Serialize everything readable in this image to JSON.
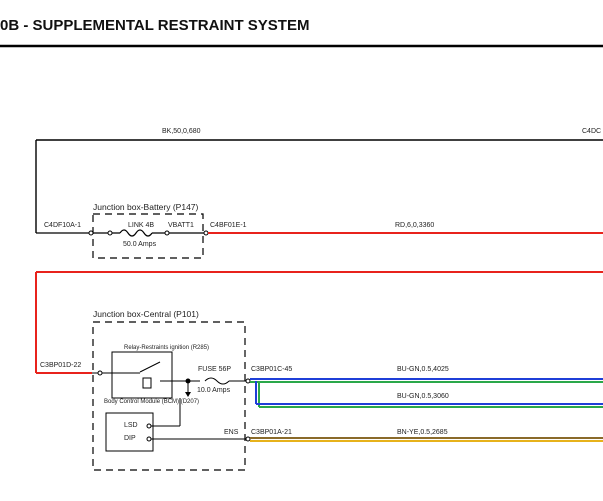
{
  "header": {
    "title": "0B - SUPPLEMENTAL RESTRAINT SYSTEM"
  },
  "wires": {
    "bk_top": "BK,50,0,680",
    "c4dc": "C4DC",
    "rd": "RD,6,0,3360",
    "bu_gn_1": "BU-GN,0.5,4025",
    "bu_gn_2": "BU-GN,0.5,3060",
    "bn_ye": "BN-YE,0.5,2685"
  },
  "battery_box": {
    "title": "Junction box-Battery (P147)",
    "left_connector": "C4DF10A-1",
    "link": "LINK 4B",
    "vbatt": "VBATT1",
    "right_connector": "C4BF01E-1",
    "rating": "50.0 Amps"
  },
  "central_box": {
    "title": "Junction box-Central (P101)",
    "left_connector": "C3BP01D-22",
    "relay": "Relay-Restraints ignition (R285)",
    "fuse": "FUSE 56P",
    "fuse_rating": "10.0 Amps",
    "fuse_connector": "C3BP01C-45",
    "bcm": "Body Control Module (BCM) (D207)",
    "lsd": "LSD",
    "dip": "DIP",
    "ens": "ENS",
    "ens_connector": "C3BP01A-21"
  },
  "colors": {
    "red": "#e8231c",
    "blue": "#1f3fd8",
    "green": "#2aa84a",
    "yellow": "#e7b21b",
    "black": "#000000"
  }
}
